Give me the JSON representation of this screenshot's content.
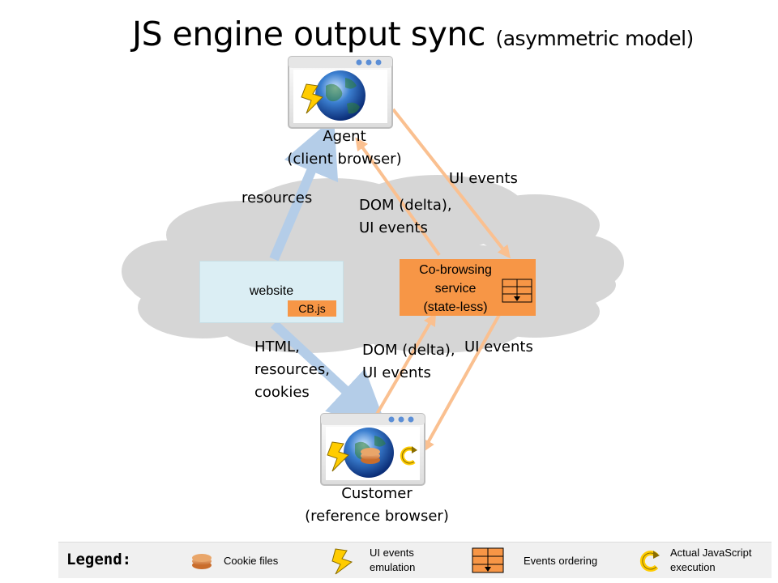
{
  "title": {
    "main": "JS engine output sync",
    "sub": "(asymmetric model)"
  },
  "agent": {
    "name": "Agent",
    "role": "(client browser)"
  },
  "customer": {
    "name": "Customer",
    "role": "(reference browser)"
  },
  "website": {
    "name": "website",
    "script": "CB.js"
  },
  "cobrowsing": {
    "line1": "Co-browsing",
    "line2": "service",
    "line3": "(state-less)"
  },
  "edges": {
    "resources": "resources",
    "agent_dom_line1": "DOM (delta),",
    "agent_dom_line2": "UI events",
    "agent_ui": "UI events",
    "html_line1": "HTML,",
    "html_line2": "resources,",
    "html_line3": "cookies",
    "customer_dom_line1": "DOM (delta),",
    "customer_dom_line2": "UI events",
    "customer_ui": "UI events"
  },
  "legend": {
    "title": "Legend:",
    "cookie": "Cookie files",
    "ui_line1": "UI events",
    "ui_line2": "emulation",
    "ordering": "Events ordering",
    "js_line1": "Actual JavaScript",
    "js_line2": "execution"
  },
  "colors": {
    "cloud": "#d6d6d6",
    "blue_arrow": "#b4cde8",
    "orange_arrow": "#fac090",
    "orange_box": "#f79646",
    "website_box": "#dbeef4"
  }
}
